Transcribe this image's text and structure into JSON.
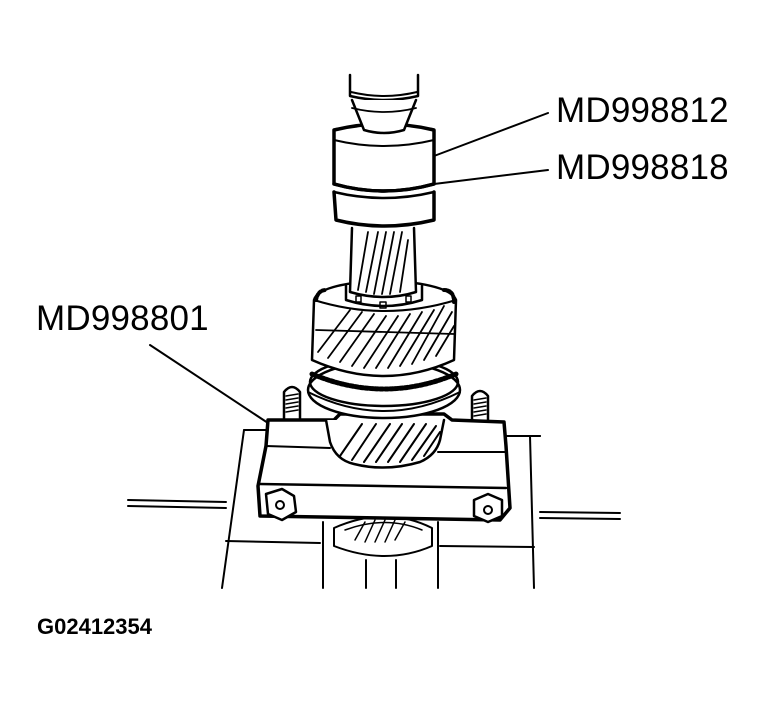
{
  "diagram": {
    "subject": "Gear assembly pressed with special tools on a press base",
    "callouts": [
      {
        "id": "md998812",
        "text": "MD998812",
        "target": "upper press adapter (top cylinder)"
      },
      {
        "id": "md998818",
        "text": "MD998818",
        "target": "lower press ring"
      },
      {
        "id": "md998801",
        "text": "MD998801",
        "target": "bearing remover plate"
      }
    ],
    "figure_id": "G02412354"
  },
  "colors": {
    "line": "#000000",
    "background": "#ffffff"
  }
}
